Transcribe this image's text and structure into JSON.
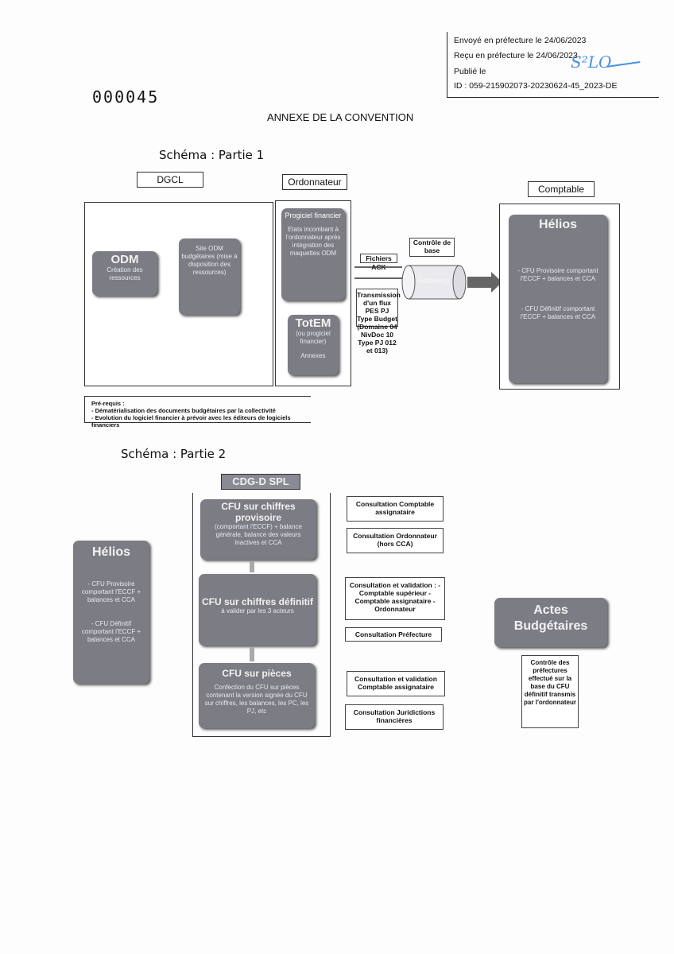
{
  "stamp": {
    "line1": "Envoyé en préfecture le 24/06/2023",
    "line2": "Reçu en préfecture le 24/06/2023",
    "line3": "Publié le",
    "line4": "ID : 059-215902073-20230624-45_2023-DE",
    "signature": "S²LO"
  },
  "doc_number": "000045",
  "title": "ANNEXE DE LA CONVENTION",
  "part1": {
    "heading": "Schéma : Partie 1",
    "dgcl": "DGCL",
    "ordonnateur": "Ordonnateur",
    "comptable": "Comptable",
    "odm_title": "ODM",
    "odm_sub": "Création des ressources",
    "site_odm": "Site ODM budgétaires (mise à disposition des ressources)",
    "progiciel_title": "Progiciel financier",
    "progiciel_sub": "Etats incombant à l'ordonnateur après intégration des maquettes ODM",
    "totem_title": "TotEM",
    "totem_sub": "(ou progiciel financier)",
    "annexes": "Annexes",
    "fichiers_ack": "Fichiers ACK",
    "controle": "Contrôle de base",
    "cylinder": "Gateway",
    "transmission": "Transmission d'un flux PES PJ Type Budget (Domaine 04 NivDoc 10 Type PJ 012 et 013)",
    "helios_title": "Hélios",
    "helios_cfu_prov": "- CFU Provisoire comportant l'ECCF + balances et CCA",
    "helios_cfu_def": "- CFU Définitif comportant l'ECCF + balances et CCA",
    "prereq_title": "Pré-requis :",
    "prereq_1": "- Dématérialisation des documents budgétaires par la collectivité",
    "prereq_2": "- Evolution du logiciel financier à prévoir avec les éditeurs de logiciels financiers"
  },
  "part2": {
    "heading": "Schéma : Partie 2",
    "cdg": "CDG-D SPL",
    "helios_title": "Hélios",
    "helios_cfu_prov": "- CFU Provisoire comportant l'ECCF + balances et CCA",
    "helios_cfu_def": "- CFU Définitif comportant l'ECCF + balances et CCA",
    "cfu_prov_title": "CFU sur chiffres provisoire",
    "cfu_prov_sub": "(comportant l'ECCF) + balance générale, balance des valeurs inactives et CCA",
    "cfu_def_title": "CFU sur chiffres définitif",
    "cfu_def_sub": "à valider par les 3 acteurs",
    "cfu_pieces_title": "CFU sur pièces",
    "cfu_pieces_sub": "Confection du CFU sur pièces contenant la version signée du CFU sur chiffres, les balances, les PC, les PJ, etc",
    "consult_1": "Consultation Comptable assignataire",
    "consult_2": "Consultation Ordonnateur (hors CCA)",
    "consult_3": "Consultation et validation : - Comptable supérieur - Comptable assignataire - Ordonnateur",
    "consult_4": "Consultation Préfecture",
    "consult_5": "Consultation et validation Comptable assignataire",
    "consult_6": "Consultation Juridictions financières",
    "actes_title": "Actes Budgétaires",
    "controle_prefectures": "Contrôle des préfectures effectué sur la base du CFU définitif transmis par l'ordonnateur"
  }
}
